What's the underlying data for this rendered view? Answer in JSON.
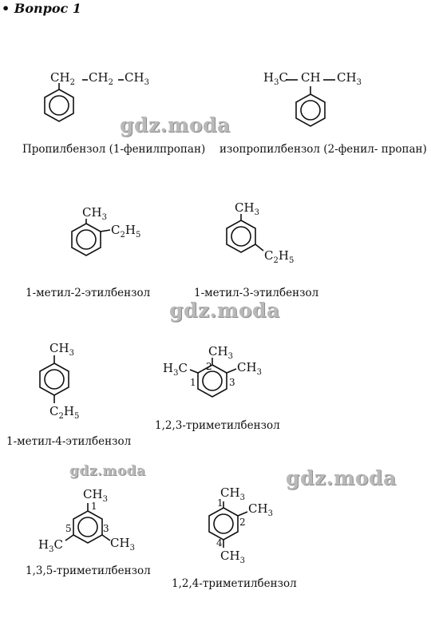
{
  "heading": "• Вопрос 1",
  "watermark": "gdz.moda",
  "compounds": [
    {
      "caption": "Пропилбензол (1-фенилпропан)",
      "labels": {
        "ch2_a": "CH",
        "ch2_a_sub": "2",
        "ch2_b": "CH",
        "ch2_b_sub": "2",
        "ch3": "CH",
        "ch3_sub": "3"
      }
    },
    {
      "caption": "изопропилбензол (2-фенил- пропан)",
      "labels": {
        "h3c": "H",
        "h3c_sub": "3",
        "h3c_tail": "C",
        "ch": "CH",
        "ch3": "CH",
        "ch3_sub": "3"
      }
    },
    {
      "caption": "1-метил-2-этилбензол",
      "labels": {
        "ch3": "CH",
        "ch3_sub": "3",
        "c2h5_c": "C",
        "c2h5_c_sub": "2",
        "c2h5_h": "H",
        "c2h5_h_sub": "5"
      }
    },
    {
      "caption": "1-метил-3-этилбензол",
      "labels": {
        "ch3": "CH",
        "ch3_sub": "3",
        "c2h5_c": "C",
        "c2h5_c_sub": "2",
        "c2h5_h": "H",
        "c2h5_h_sub": "5"
      }
    },
    {
      "caption": "1-метил-4-этилбензол",
      "labels": {
        "ch3": "CH",
        "ch3_sub": "3",
        "c2h5_c": "C",
        "c2h5_c_sub": "2",
        "c2h5_h": "H",
        "c2h5_h_sub": "5"
      }
    },
    {
      "caption": "1,2,3-триметилбензол",
      "labels": {
        "h3c": "H",
        "h3c_sub": "3",
        "h3c_tail": "C",
        "ch3_top": "CH",
        "ch3_top_sub": "3",
        "ch3_right": "CH",
        "ch3_right_sub": "3",
        "n1": "1",
        "n2": "2",
        "n3": "3"
      }
    },
    {
      "caption": "1,3,5-триметилбензол",
      "labels": {
        "ch3_top": "CH",
        "ch3_top_sub": "3",
        "h3c": "H",
        "h3c_sub": "3",
        "h3c_tail": "C",
        "ch3_right": "CH",
        "ch3_right_sub": "3",
        "n1": "1",
        "n3": "3",
        "n5": "5"
      }
    },
    {
      "caption": "1,2,4-триметилбензол",
      "labels": {
        "ch3_top": "CH",
        "ch3_top_sub": "3",
        "ch3_right": "CH",
        "ch3_right_sub": "3",
        "ch3_bottom": "CH",
        "ch3_bottom_sub": "3",
        "n1": "1",
        "n2": "2",
        "n4": "4"
      }
    }
  ]
}
